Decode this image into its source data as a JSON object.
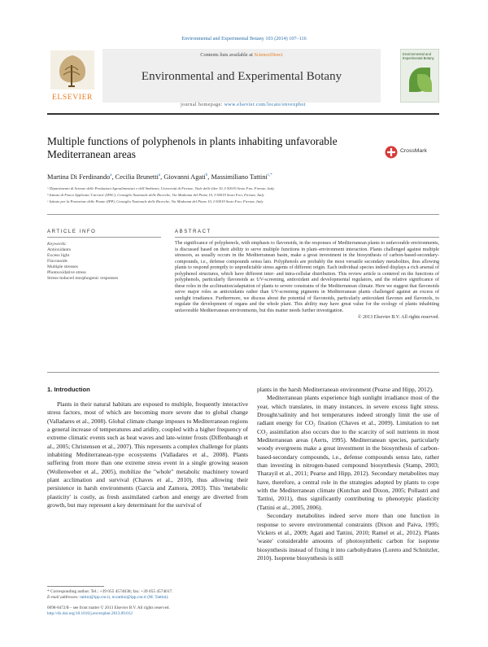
{
  "running_head": "Environmental and Experimental Botany 103 (2014) 107–116",
  "banner": {
    "contents_prefix": "Contents lists available at ",
    "contents_link": "ScienceDirect",
    "journal_name": "Environmental and Experimental Botany",
    "homepage_prefix": "journal homepage: ",
    "homepage_url": "www.elsevier.com/locate/envexpbot",
    "publisher": "ELSEVIER",
    "cover_title": "Environmental and Experimental Botany"
  },
  "article": {
    "title": "Multiple functions of polyphenols in plants inhabiting unfavorable Mediterranean areas",
    "crossmark": "CrossMark",
    "authors": [
      {
        "name": "Martina Di Ferdinando",
        "sup": "a"
      },
      {
        "name": "Cecilia Brunetti",
        "sup": "a"
      },
      {
        "name": "Giovanni Agati",
        "sup": "b"
      },
      {
        "name": "Massimiliano Tattini",
        "sup": "c,*"
      }
    ],
    "affiliations": [
      "ᵃ Dipartimento di Scienze delle Produzioni Agroalimentari e dell'Ambiente, Università di Firenze, Viale delle Idee 30, I-50019 Sesto F.no, Firenze, Italy",
      "ᵇ Istituto di Fisica Applicata 'Carrara' (IFAC), Consiglio Nazionale delle Ricerche, Via Madonna del Piano 10, I-50019 Sesto F.no, Firenze, Italy",
      "ᶜ Istituto per la Protezione delle Piante (IPP), Consiglio Nazionale delle Ricerche, Via Madonna del Piano 10, I-50019 Sesto F.no, Firenze, Italy"
    ]
  },
  "article_info": {
    "heading": "ARTICLE INFO",
    "keywords_label": "Keywords:",
    "keywords": [
      "Antioxidants",
      "Excess light",
      "Flavonoids",
      "Multiple stresses",
      "Photooxidative stress",
      "Stress-induced morphogenic responses"
    ]
  },
  "abstract": {
    "heading": "ABSTRACT",
    "text": "The significance of polyphenols, with emphasis to flavonoids, in the responses of Mediterranean plants to unfavorable environments, is discussed based on their ability to serve multiple functions in plant–environment interaction. Plants challenged against multiple stressors, as usually occurs in the Mediterranean basin, make a great investment in the biosynthesis of carbon-based-secondary-compounds, i.e., defense compounds sensu lato. Polyphenols are probably the most versatile secondary metabolites, thus allowing plants to respond promptly to unpredictable stress agents of different origin. Each individual species indeed displays a rich arsenal of polyphenol structures, which have different inter- and intra-cellular distribution. This review article is centered on the functions of polyphenols, particularly flavonoids as UV-screening, antioxidant and developmental regulators, and the relative significance of these roles in the acclimation/adaptation of plants to severe constrains of the Mediterranean climate. Here we suggest that flavonoids serve major roles as antioxidants rather than UV-screening pigments in Mediterranean plants challenged against an excess of sunlight irradiance. Furthermore, we discuss about the potential of flavonoids, particularly antioxidant flavones and flavonols, to regulate the development of organs and the whole plant. This ability may have great value for the ecology of plants inhabiting unfavorable Mediterranean environments, but this matter needs further investigation.",
    "copyright": "© 2013 Elsevier B.V. All rights reserved."
  },
  "intro": {
    "heading": "1. Introduction",
    "col1_paragraphs": [
      "Plants in their natural habitats are exposed to multiple, frequently interactive stress factors, most of which are becoming more severe due to global change (Valladares et al., 2008). Global climate change imposes to Mediterranean regions a general increase of temperatures and aridity, coupled with a higher frequency of extreme climatic events such as heat waves and late-winter frosts (Diffenbaugh et al., 2005; Christensen et al., 2007). This represents a complex challenge for plants inhabiting Mediterranean-type ecosystems (Valladares et al., 2008). Plants suffering from more than one extreme stress event in a single growing season (Wollenweber et al., 2005), mobilize the \"whole\" metabolic machinery toward plant acclimation and survival (Chaves et al., 2010), thus allowing their persistence in harsh environments (Garcia and Zamora, 2003). This 'metabolic plasticity' is costly, as fresh assimilated carbon and energy are diverted from growth, but may represent a key determinant for the survival of"
    ],
    "col2_paragraphs": [
      "plants in the harsh Mediterranean environment (Pearse and Hipp, 2012).",
      "Mediterranean plants experience high sunlight irradiance most of the year, which translates, in many instances, in severe excess light stress. Drought/salinity and hot temperatures indeed strongly limit the use of radiant energy for CO₂ fixation (Chaves et al., 2009). Limitation to net CO₂ assimilation also occurs due to the scarcity of soil nutrients in most Mediterranean areas (Aerts, 1995). Mediterranean species, particularly woody evergreens make a great investment in the biosynthesis of carbon-based-secondary compounds, i.e., defense compounds sensu lato, rather than investing in nitrogen-based compound biosynthesis (Stamp, 2003; Tharayil et al., 2011; Pearse and Hipp, 2012). Secondary metabolites may have, therefore, a central role in the strategies adopted by plants to cope with the Mediterranean climate (Kutchan and Dixon, 2005; Pollastri and Tattini, 2011), thus significantly contributing to phenotypic plasticity (Tattini et al., 2005, 2006).",
      "Secondary metabolites indeed serve more than one function in response to severe environmental constraints (Dixon and Paiva, 1995; Vickers et al., 2009; Agati and Tattini, 2010; Ramel et al., 2012). Plants 'waste' considerable amounts of photosynthetic carbon for isoprene biosynthesis instead of fixing it into carbohydrates (Loreto and Schnitzler, 2010). Isoprene biosynthesis is still"
    ]
  },
  "footnotes": {
    "corresponding": "* Corresponding author. Tel.: +39 055 4574038; fax: +39 055 4574017.",
    "email_label": "E-mail addresses: ",
    "emails": "tattini@ipp.cnr.it, m.tattini@ipp.cnr.it (M. Tattini).",
    "issn": "0098-8472/$ – see front matter © 2013 Elsevier B.V. All rights reserved.",
    "doi": "http://dx.doi.org/10.1016/j.envexpbot.2013.09.012"
  },
  "colors": {
    "link": "#2a6fa8",
    "sciencedirect": "#e77b23",
    "elsevier": "#e77b23"
  }
}
